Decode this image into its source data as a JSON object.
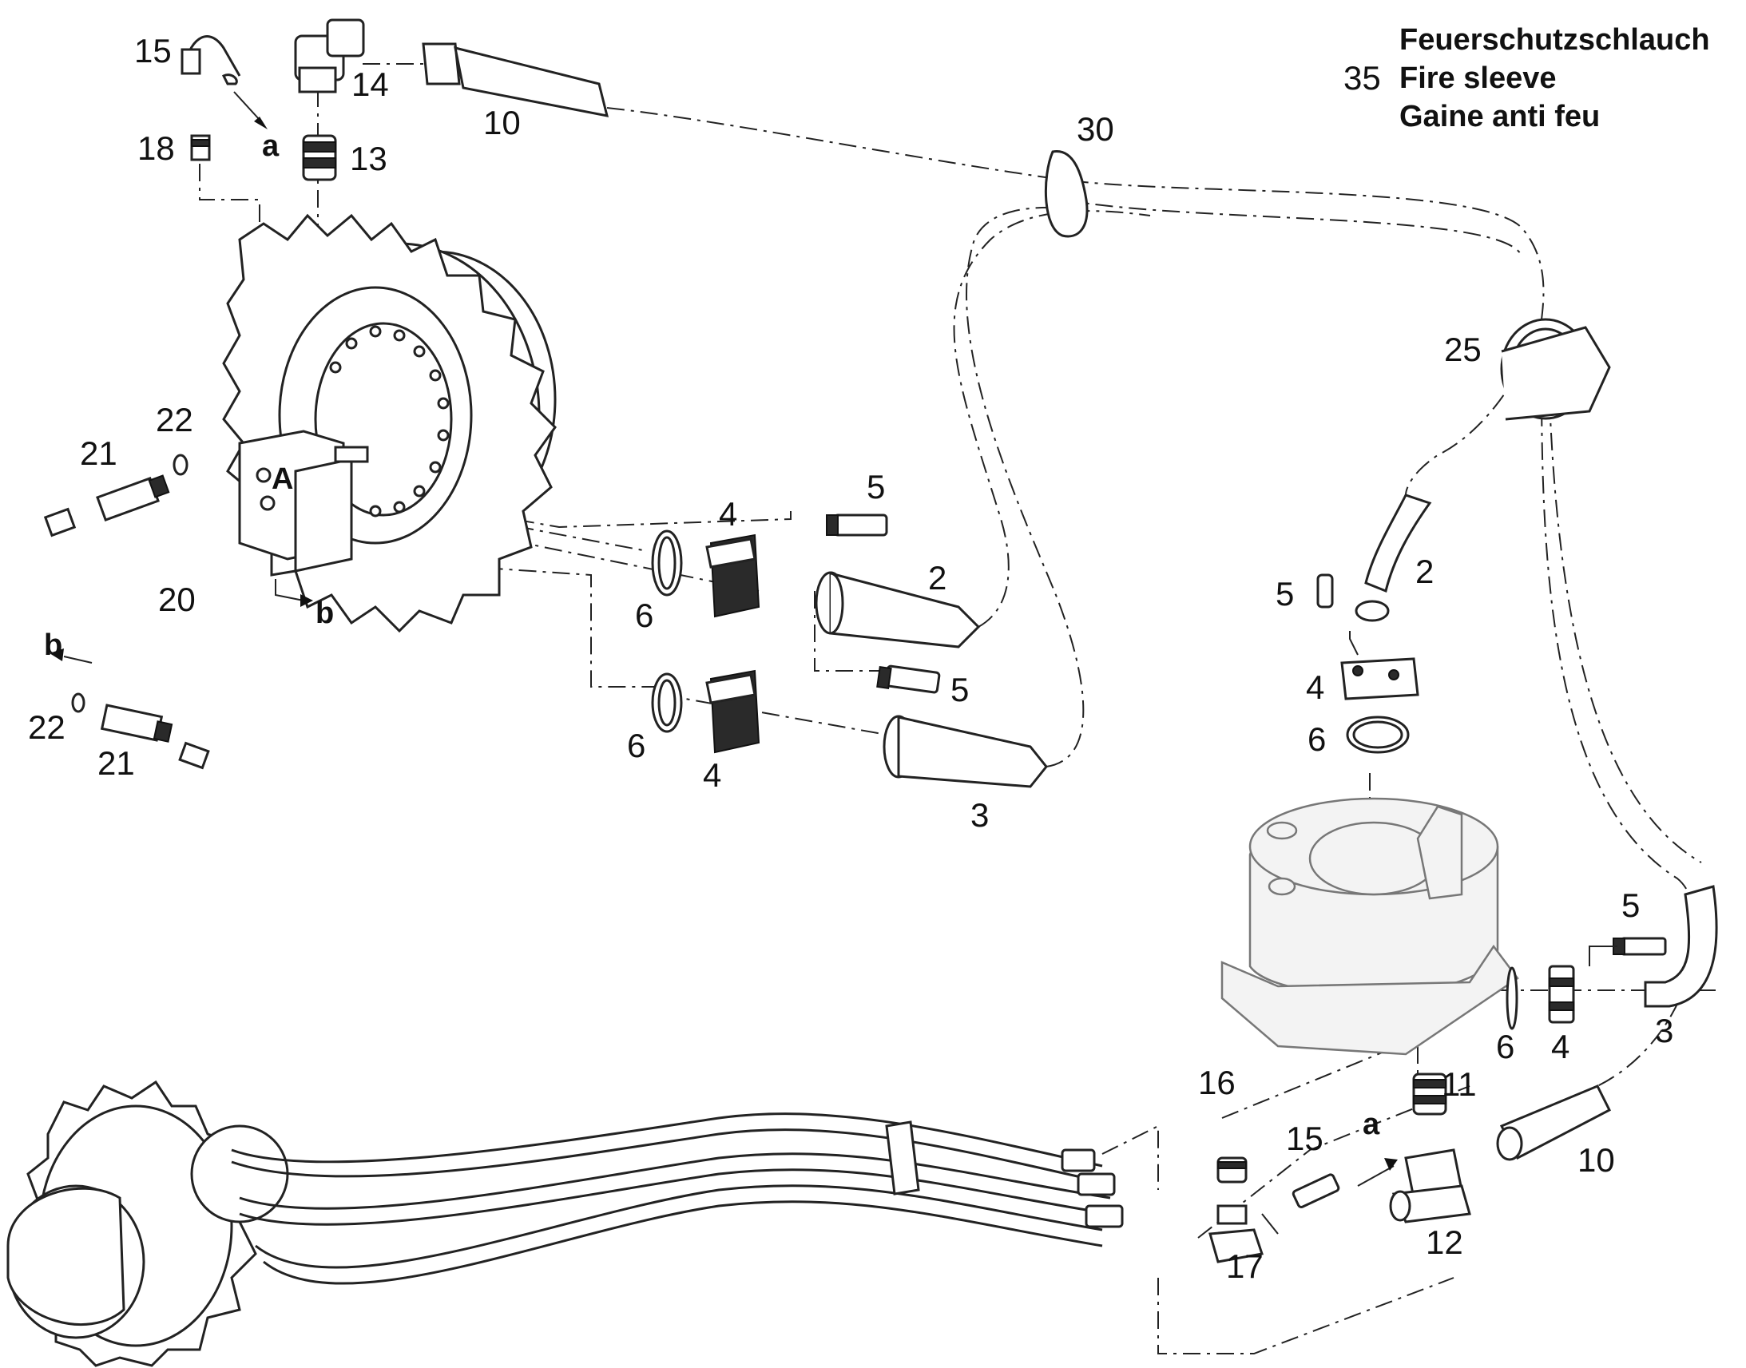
{
  "legend": {
    "number": "35",
    "line_de": "Feuerschutzschlauch",
    "line_en": "Fire sleeve",
    "line_fr": "Gaine anti feu"
  },
  "markers": {
    "a_top": "a",
    "b_motor": "b",
    "b_left": "b",
    "a_bottom": "a"
  },
  "labels": {
    "p15_top": "15",
    "p14": "14",
    "p10_top": "10",
    "p18": "18",
    "p13": "13",
    "p30": "30",
    "p25": "25",
    "p22_top": "22",
    "p21_top": "21",
    "p20": "20",
    "p22_bottom": "22",
    "p21_bottom": "21",
    "p5_a": "5",
    "p4_a": "4",
    "p6_a": "6",
    "p2_a": "2",
    "p5_b": "5",
    "p6_b": "6",
    "p4_b": "4",
    "p3_a": "3",
    "p2_b": "2",
    "p5_c": "5",
    "p4_c": "4",
    "p6_c": "6",
    "p5_d": "5",
    "p6_d": "6",
    "p4_d": "4",
    "p3_b": "3",
    "p16": "16",
    "p11": "11",
    "p15_bottom": "15",
    "p10_bottom": "10",
    "p17": "17",
    "p12": "12"
  }
}
